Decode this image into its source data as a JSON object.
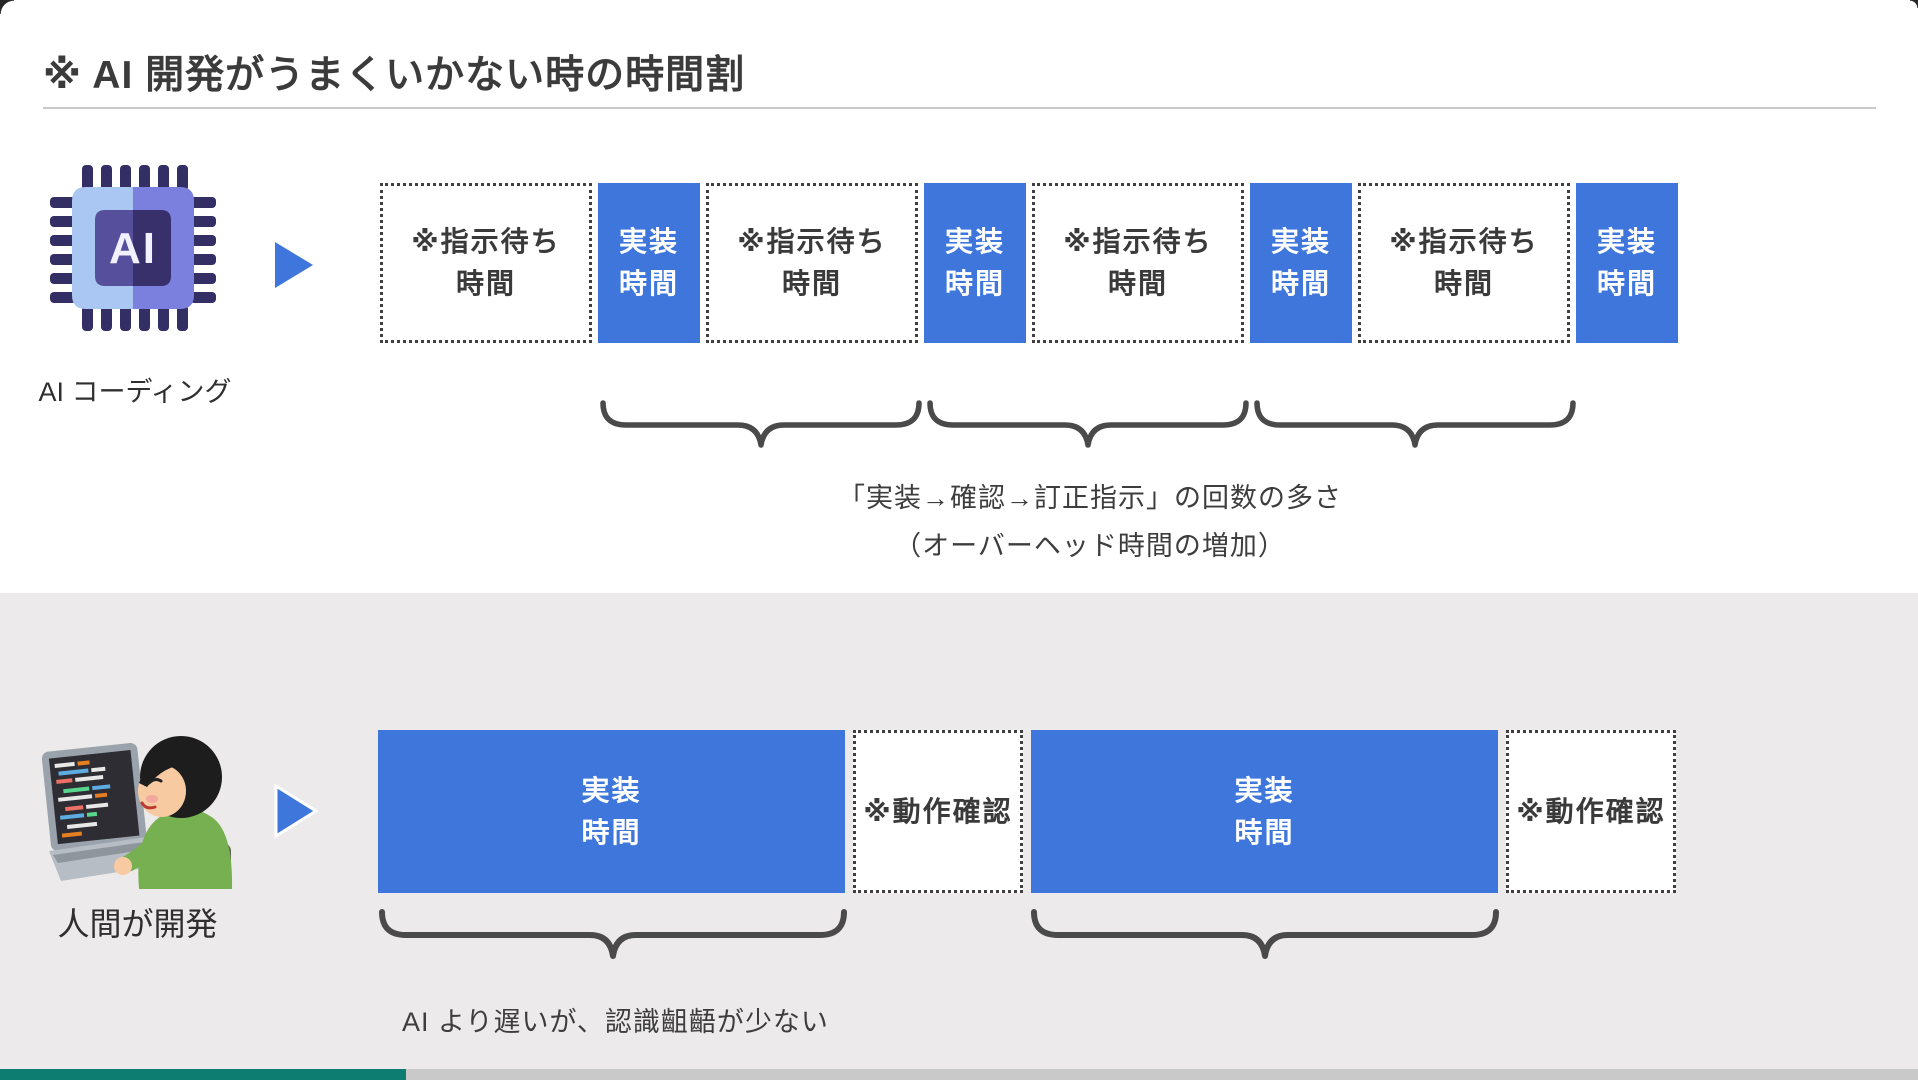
{
  "title": "※ AI 開発がうまくいかない時の時間割",
  "colors": {
    "accent_blue": "#3e76db",
    "section_bg": "#eceaea",
    "teal_bar": "#0d7c71",
    "gray_bar": "#c9c9c9",
    "brace": "#4a4a4a",
    "text_dark": "#3a3a3a"
  },
  "ai_row": {
    "label": "AI コーディング",
    "chip_text": "AI",
    "segments": [
      {
        "type": "wait",
        "label": "※指示待ち\n時間"
      },
      {
        "type": "impl",
        "label": "実装\n時間"
      },
      {
        "type": "wait",
        "label": "※指示待ち\n時間"
      },
      {
        "type": "impl",
        "label": "実装\n時間"
      },
      {
        "type": "wait",
        "label": "※指示待ち\n時間"
      },
      {
        "type": "impl",
        "label": "実装\n時間"
      },
      {
        "type": "wait",
        "label": "※指示待ち\n時間"
      },
      {
        "type": "impl",
        "label": "実装\n時間"
      }
    ],
    "caption_line1": "「実装→確認→訂正指示」の回数の多さ",
    "caption_line2": "（オーバーヘッド時間の増加）"
  },
  "human_row": {
    "label": "人間が開発",
    "segments": [
      {
        "type": "impl",
        "label": "実装\n時間"
      },
      {
        "type": "check",
        "label": "※動作確認"
      },
      {
        "type": "impl",
        "label": "実装\n時間"
      },
      {
        "type": "check",
        "label": "※動作確認"
      }
    ],
    "caption": "AI より遅いが、認識齟齬が少ない"
  }
}
